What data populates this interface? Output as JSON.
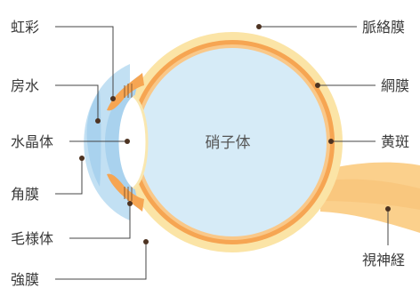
{
  "labels": {
    "iris": "虹彩",
    "aqueous_humor": "房水",
    "lens": "水晶体",
    "cornea": "角膜",
    "ciliary_body": "毛様体",
    "sclera": "強膜",
    "choroid": "脈絡膜",
    "retina": "網膜",
    "macula": "黄斑",
    "optic_nerve": "視神経",
    "vitreous_body": "硝子体"
  },
  "colors": {
    "sclera_outer": "#fbe4a6",
    "choroid": "#f6a552",
    "retina_line": "#f9c889",
    "vitreous": "#d6ebf7",
    "cornea": "#c2e0f3",
    "aqueous": "#a9d2ee",
    "lens": "#ffffff",
    "optic_nerve": "#fbd08c",
    "leader_line": "#444444",
    "dot": "#4d3322"
  }
}
